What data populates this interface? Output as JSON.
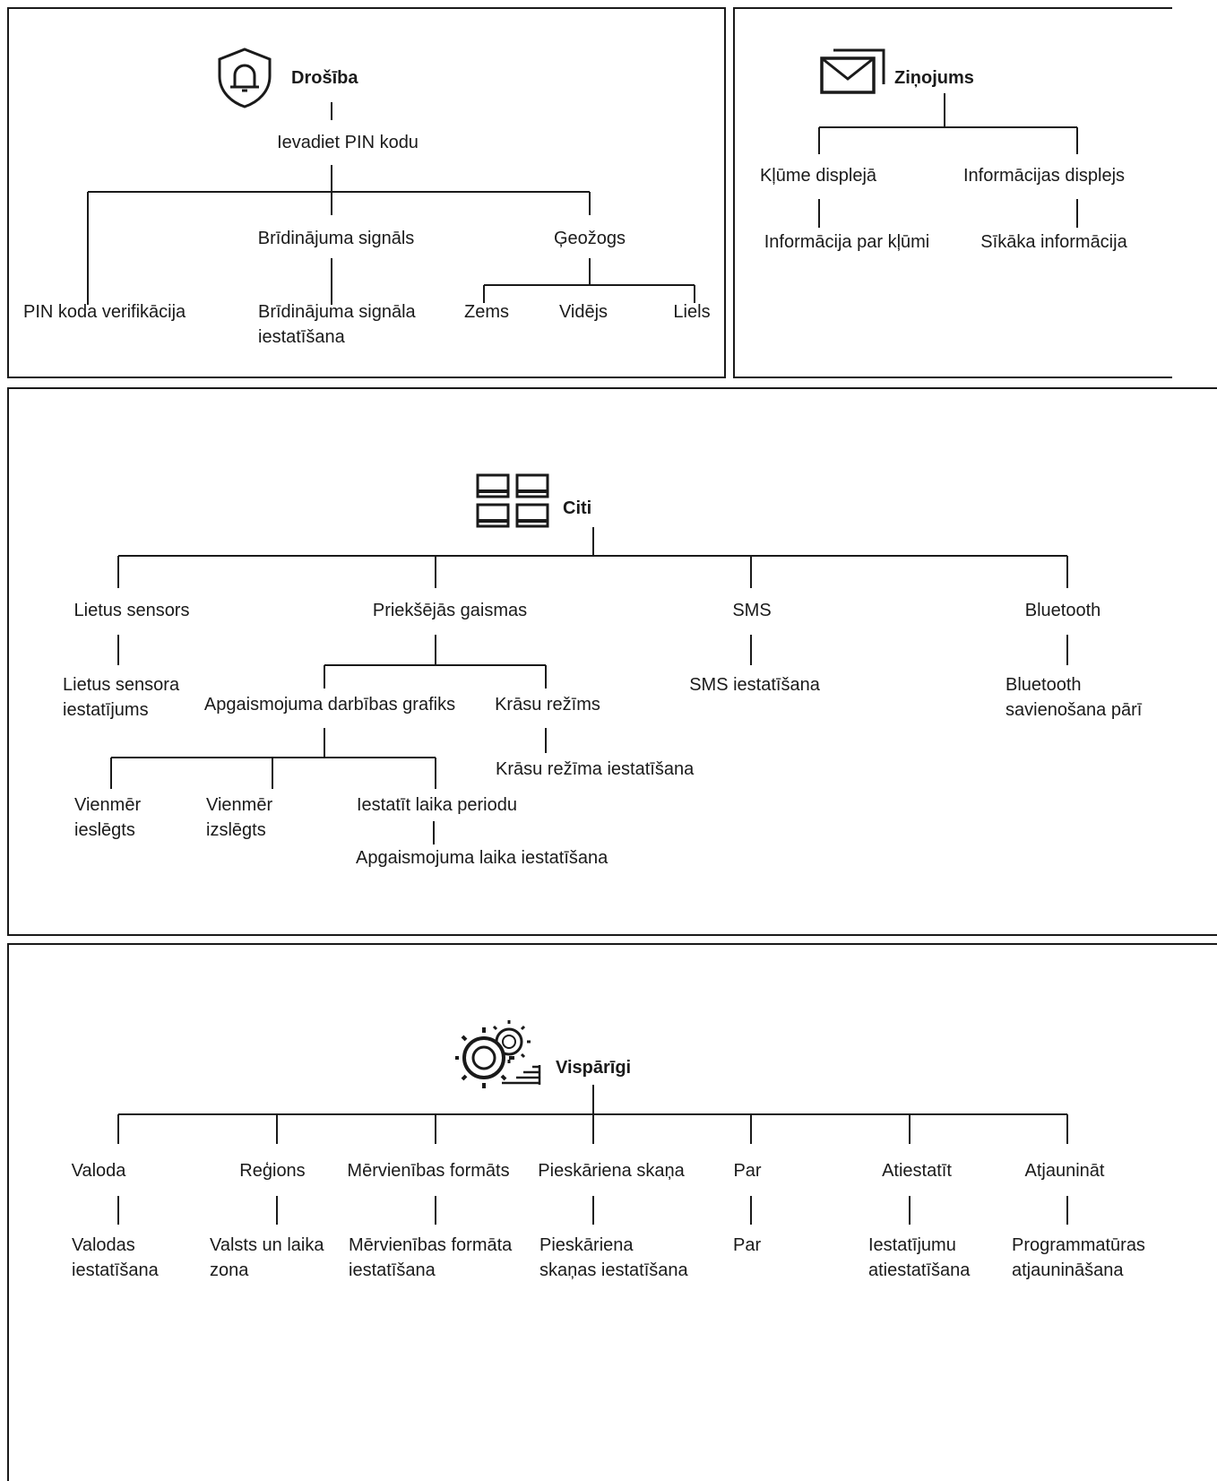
{
  "security": {
    "title": "Drošība",
    "icon": "shield-alarm-icon",
    "enter_pin": "Ievadiet PIN kodu",
    "pin_verification": "PIN koda verifikācija",
    "alarm_signal": "Brīdinājuma signāls",
    "alarm_signal_setup": "Brīdinājuma signāla\niestatīšana",
    "geofence": "Ģeožogs",
    "geofence_levels": [
      "Zems",
      "Vidējs",
      "Liels"
    ]
  },
  "message": {
    "title": "Ziņojums",
    "icon": "envelope-icon",
    "error_display": "Kļūme displejā",
    "error_info": "Informācija par kļūmi",
    "info_display": "Informācijas displejs",
    "details": "Sīkāka informācija"
  },
  "other": {
    "title": "Citi",
    "icon": "grid-tiles-icon",
    "rain_sensor": "Lietus sensors",
    "rain_sensor_setting": "Lietus sensora\niestatījums",
    "headlights": "Priekšējās gaismas",
    "lighting_schedule": "Apgaismojuma darbības grafiks",
    "always_on": "Vienmēr\nieslēgts",
    "always_off": "Vienmēr\nizslēgts",
    "set_period": "Iestatīt laika periodu",
    "lighting_time_setup": "Apgaismojuma laika iestatīšana",
    "color_mode": "Krāsu režīms",
    "color_mode_setup": "Krāsu režīma iestatīšana",
    "sms": "SMS",
    "sms_setup": "SMS iestatīšana",
    "bluetooth": "Bluetooth",
    "bluetooth_pairing": "Bluetooth\nsavienošana pārī"
  },
  "general": {
    "title": "Vispārīgi",
    "icon": "gear-settings-icon",
    "items": [
      {
        "label": "Valoda",
        "sub": "Valodas\niestatīšana"
      },
      {
        "label": "Reģions",
        "sub": "Valsts un laika\nzona"
      },
      {
        "label": "Mērvienības formāts",
        "sub": "Mērvienības formāta\niestatīšana"
      },
      {
        "label": "Pieskāriena skaņa",
        "sub": "Pieskāriena\nskaņas iestatīšana"
      },
      {
        "label": "Par",
        "sub": "Par"
      },
      {
        "label": "Atiestatīt",
        "sub": "Iestatījumu\natiestatīšana"
      },
      {
        "label": "Atjaunināt",
        "sub": "Programmatūras\natjaunināšana"
      }
    ]
  }
}
